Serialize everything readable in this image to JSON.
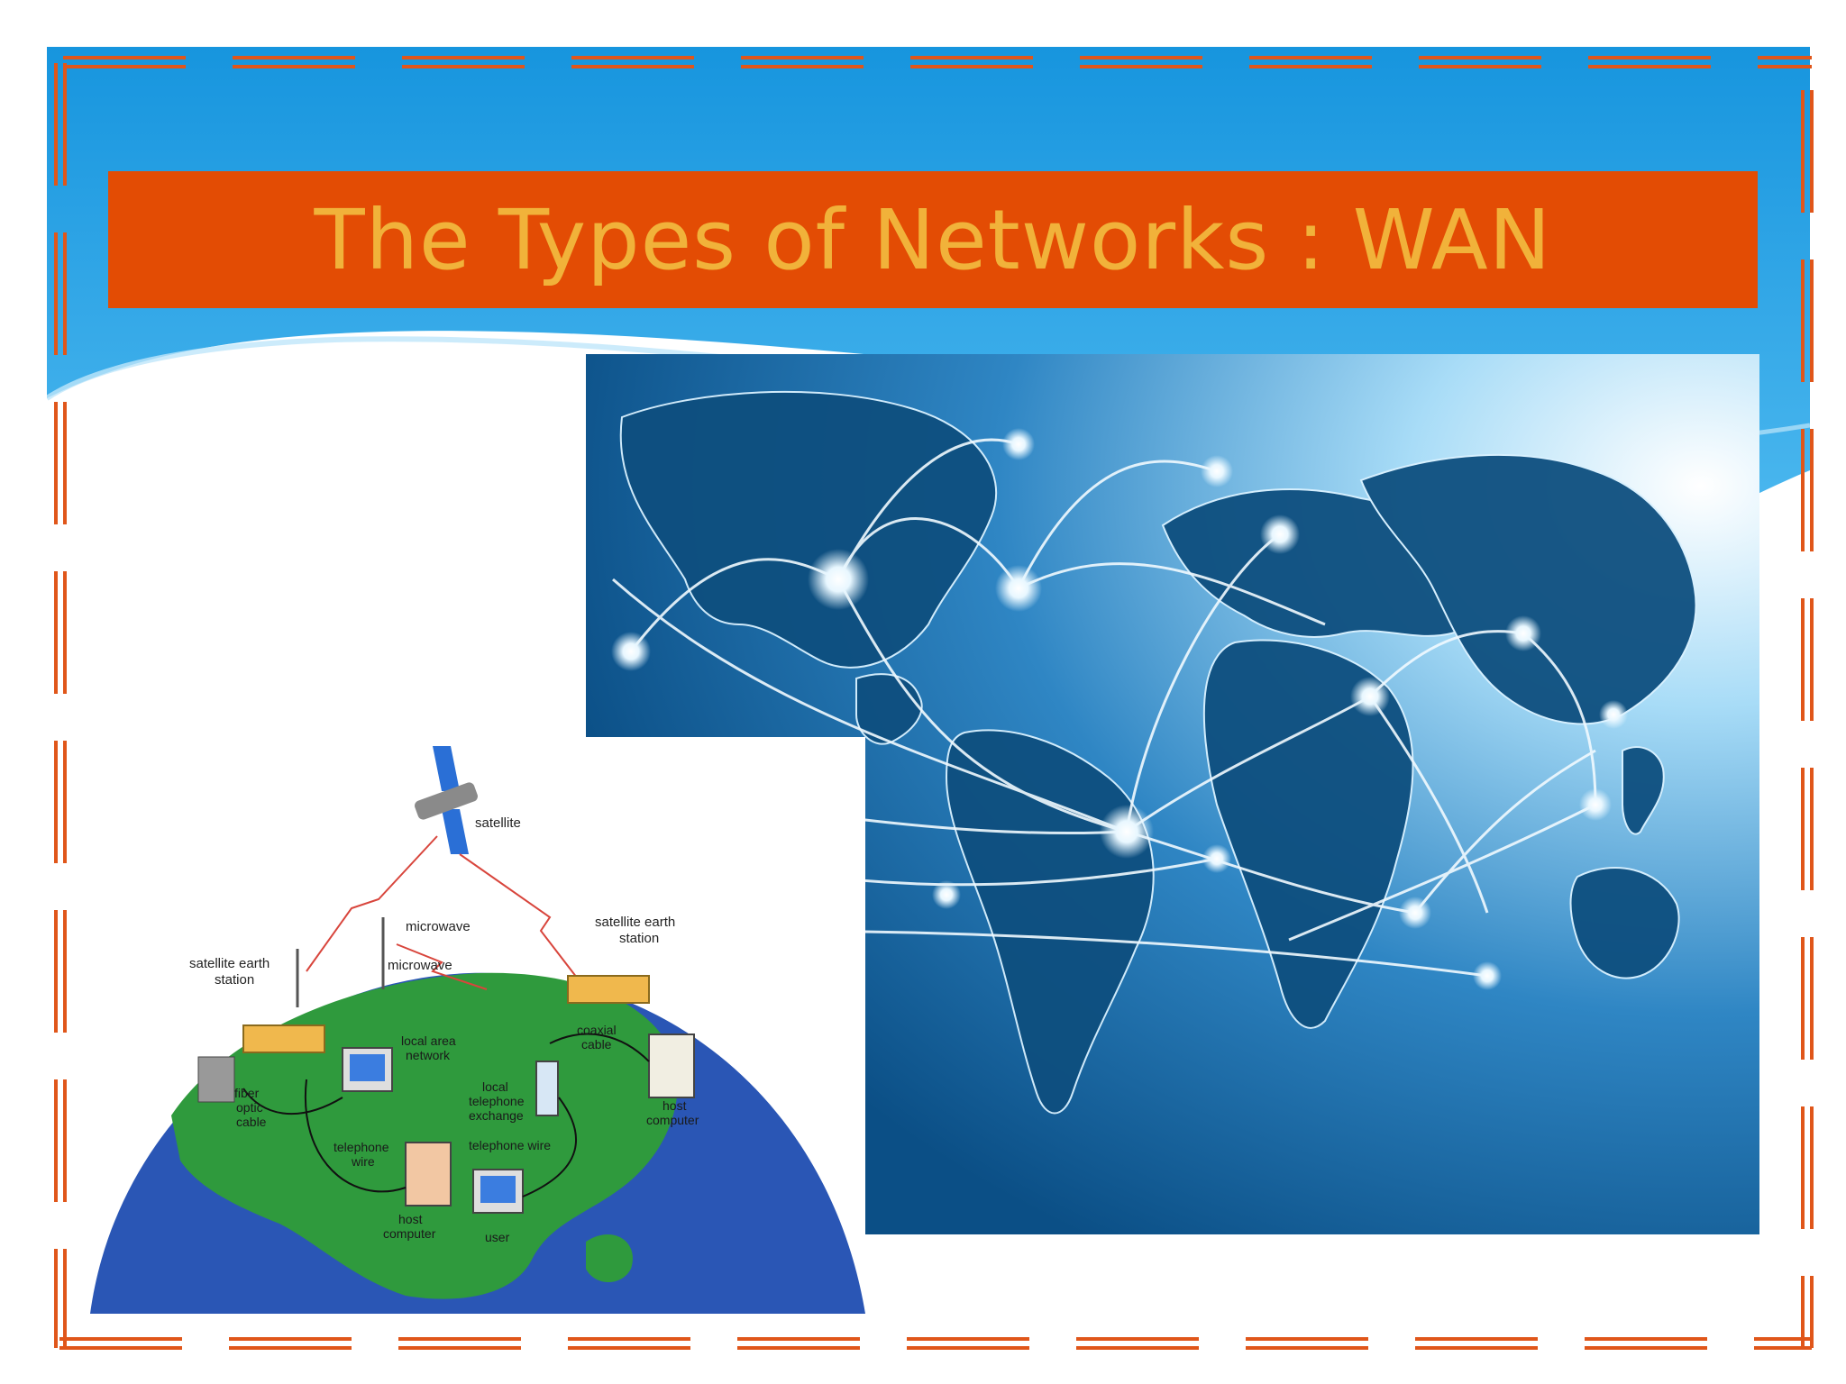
{
  "slide": {
    "title": "The Types of Networks : WAN"
  },
  "colors": {
    "accent_orange": "#e34c04",
    "title_text": "#f1b23a",
    "sky_blue": "#1a9be0",
    "border_orange": "#e0561a"
  },
  "diagram": {
    "labels": {
      "satellite": "satellite",
      "microwave_top": "microwave",
      "microwave_left": "microwave",
      "sat_earth_station_left_1": "satellite earth",
      "sat_earth_station_left_2": "station",
      "sat_earth_station_right_1": "satellite earth",
      "sat_earth_station_right_2": "station",
      "lan_1": "local area",
      "lan_2": "network",
      "coaxial_1": "coaxial",
      "coaxial_2": "cable",
      "fiber_1": "fiber",
      "fiber_2": "optic",
      "fiber_3": "cable",
      "exchange_1": "local",
      "exchange_2": "telephone",
      "exchange_3": "exchange",
      "host_right_1": "host",
      "host_right_2": "computer",
      "telwire_left_1": "telephone",
      "telwire_left_2": "wire",
      "telwire_right": "telephone wire",
      "host_bottom_1": "host",
      "host_bottom_2": "computer",
      "user": "user"
    }
  }
}
